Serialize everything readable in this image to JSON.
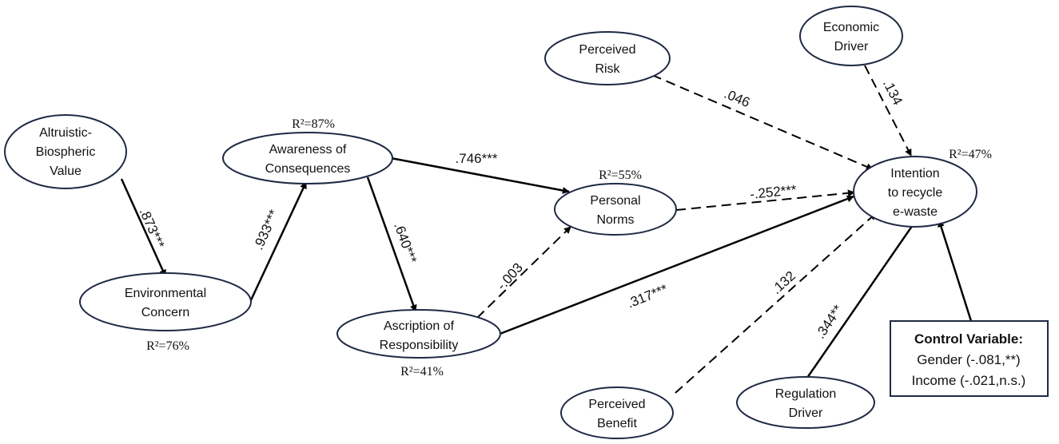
{
  "nodes": {
    "altruistic": {
      "lines": [
        "Altruistic-",
        "Biospheric",
        "Value"
      ]
    },
    "environmental": {
      "lines": [
        "Environmental",
        "Concern"
      ],
      "r2": "R²=76%"
    },
    "awareness": {
      "lines": [
        "Awareness of",
        "Consequences"
      ],
      "r2": "R²=87%"
    },
    "ascription": {
      "lines": [
        "Ascription of",
        "Responsibility"
      ],
      "r2": "R²=41%"
    },
    "personal": {
      "lines": [
        "Personal",
        "Norms"
      ],
      "r2": "R²=55%"
    },
    "risk": {
      "lines": [
        "Perceived",
        "Risk"
      ]
    },
    "economic": {
      "lines": [
        "Economic",
        "Driver"
      ]
    },
    "intention": {
      "lines": [
        "Intention",
        "to recycle",
        "e-waste"
      ],
      "r2": "R²=47%"
    },
    "benefit": {
      "lines": [
        "Perceived",
        "Benefit"
      ]
    },
    "regulation": {
      "lines": [
        "Regulation",
        "Driver"
      ]
    }
  },
  "paths": {
    "abv_ec": ".873***",
    "ec_ac": ".933***",
    "ac_pn": ".746***",
    "ac_ar": ".640***",
    "ar_pn": "-.003",
    "pn_int": "-.252***",
    "ar_int": ".317***",
    "risk_int": ".046",
    "econ_int": ".134",
    "ben_int": ".132",
    "reg_int": ".344**"
  },
  "control": {
    "title": "Control Variable:",
    "gender": "Gender (-.081,**)",
    "income": "Income (-.021,n.s.)"
  }
}
